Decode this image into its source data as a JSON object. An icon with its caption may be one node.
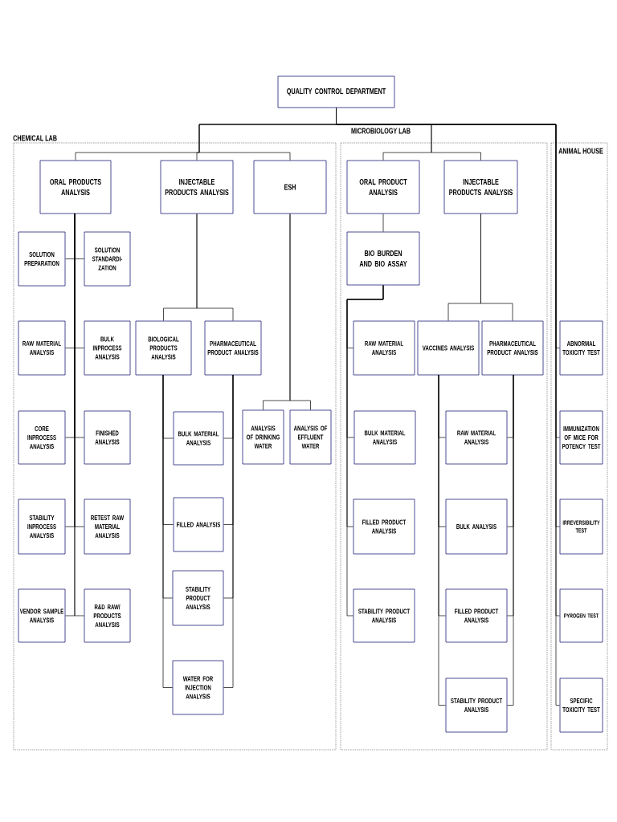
{
  "diagram": {
    "nodes": [
      {
        "text": [
          "QUALITY CONTROL DEPARTMENT"
        ]
      },
      {
        "text": [
          "CHEMICAL LAB"
        ]
      },
      {
        "text": [
          "ORAL PRODUCTS ANALYSIS"
        ],
        "in": 1
      },
      {
        "text": [
          "INJECTABLE PRODUCTS ANALYSIS"
        ],
        "in": 1
      },
      {
        "text": [
          "ESH"
        ],
        "in": 1
      },
      {
        "text": [
          "SOLUTION PREPARATION"
        ],
        "in": 1
      },
      {
        "text": [
          "SOLUTION STANDARDI-ZATION"
        ],
        "in": 1
      },
      {
        "text": [
          "RAW MATERIAL ANALYSIS"
        ],
        "in": 1
      },
      {
        "text": [
          "BULK INPROCESS ANALYSIS"
        ],
        "in": 1
      },
      {
        "text": [
          "BIOLOGICAL PRODUCTS ANALYSIS"
        ],
        "in": 1
      },
      {
        "text": [
          "PHARMACEUTICAL PRODUCT ANALYSIS"
        ],
        "in": 1
      },
      {
        "text": [
          "CORE INPROCESS ANALYSIS"
        ],
        "in": 1
      },
      {
        "text": [
          "FINISHED ANALYSIS"
        ],
        "in": 1
      },
      {
        "text": [
          "BULK MATERIAL ANALYSIS"
        ],
        "in": 1
      },
      {
        "text": [
          "ANALYSIS OF DRINKING WATER"
        ],
        "in": 1
      },
      {
        "text": [
          "ANALYSIS OF EFFLUENT WATER"
        ],
        "in": 1
      },
      {
        "text": [
          "STABILITY INPROCESS ANALYSIS"
        ],
        "in": 1
      },
      {
        "text": [
          "RETEST RAW MATERIAL ANALYSIS"
        ],
        "in": 1
      },
      {
        "text": [
          "FILLED ANALYSIS"
        ],
        "in": 1
      },
      {
        "text": [
          "STABILITY PRODUCT ANALYSIS"
        ],
        "in": 1
      },
      {
        "text": [
          "VENDOR SAMPLE ANALYSIS"
        ],
        "in": 1
      },
      {
        "text": [
          "R&D RAW/ PRODUCTS ANALYSIS"
        ],
        "in": 1
      },
      {
        "text": [
          "WATER FOR INJECTION ANALYSIS"
        ],
        "in": 1
      },
      {
        "text": [
          "MICROBIOLOGY LAB"
        ]
      },
      {
        "text": [
          "ORAL PRODUCT ANALYSIS"
        ],
        "in": 23
      },
      {
        "text": [
          "INJECTABLE PRODUCTS ANALYSIS"
        ],
        "in": 23
      },
      {
        "text": [
          "BIO BURDEN AND BIO ASSAY"
        ],
        "in": 23
      },
      {
        "text": [
          "RAW MATERIAL ANALYSIS"
        ],
        "in": 23
      },
      {
        "text": [
          "VACCINES ANALYSIS"
        ],
        "in": 23
      },
      {
        "text": [
          "PHARMACEUTICAL PRODUCT ANALYSIS"
        ],
        "in": 23
      },
      {
        "text": [
          "BULK MATERIAL ANALYSIS"
        ],
        "in": 23
      },
      {
        "text": [
          "RAW MATERIAL ANALYSIS"
        ],
        "in": 23
      },
      {
        "text": [
          "FILLED PRODUCT ANALYSIS"
        ],
        "in": 23
      },
      {
        "text": [
          "BULK ANALYSIS"
        ],
        "in": 23
      },
      {
        "text": [
          "STABILITY PRODUCT ANALYSIS"
        ],
        "in": 23
      },
      {
        "text": [
          "FILLED PRODUCT ANALYSIS"
        ],
        "in": 23
      },
      {
        "text": [
          "STABILITY PRODUCT ANALYSIS"
        ],
        "in": 23
      },
      {
        "text": [
          "ANIMAL HOUSE"
        ]
      },
      {
        "text": [
          "ABNORMAL TOXICITY TEST"
        ],
        "in": 37
      },
      {
        "text": [
          "IMMUNIZATION OF MICE FOR POTENCY TEST"
        ],
        "in": 37
      },
      {
        "text": [
          "IRREVERSIBILITY TEST"
        ],
        "in": 37
      },
      {
        "text": [
          "PYROGEN TEST"
        ],
        "in": 37
      },
      {
        "text": [
          "SPECIFIC TOXICITY TEST"
        ],
        "in": 37
      }
    ],
    "edges": [
      {
        "from": 0,
        "to": 2,
        "arrow": "none"
      },
      {
        "from": 0,
        "to": 3,
        "arrow": "none"
      },
      {
        "from": 0,
        "to": 4,
        "arrow": "none"
      },
      {
        "from": 2,
        "to": 5,
        "arrow": "none"
      },
      {
        "from": 2,
        "to": 6,
        "arrow": "none"
      },
      {
        "from": 2,
        "to": 7,
        "arrow": "none"
      },
      {
        "from": 2,
        "to": 8,
        "arrow": "none"
      },
      {
        "from": 2,
        "to": 11,
        "arrow": "none"
      },
      {
        "from": 2,
        "to": 12,
        "arrow": "none"
      },
      {
        "from": 2,
        "to": 16,
        "arrow": "none"
      },
      {
        "from": 2,
        "to": 17,
        "arrow": "none"
      },
      {
        "from": 2,
        "to": 20,
        "arrow": "none"
      },
      {
        "from": 2,
        "to": 21,
        "arrow": "none"
      },
      {
        "from": 3,
        "to": 9,
        "arrow": "none"
      },
      {
        "from": 3,
        "to": 10,
        "arrow": "none"
      },
      {
        "from": 9,
        "to": 13,
        "arrow": "none"
      },
      {
        "from": 9,
        "to": 18,
        "arrow": "none"
      },
      {
        "from": 9,
        "to": 19,
        "arrow": "none"
      },
      {
        "from": 9,
        "to": 22,
        "arrow": "none"
      },
      {
        "from": 10,
        "to": 13,
        "arrow": "none"
      },
      {
        "from": 10,
        "to": 18,
        "arrow": "none"
      },
      {
        "from": 10,
        "to": 19,
        "arrow": "none"
      },
      {
        "from": 10,
        "to": 22,
        "arrow": "none"
      },
      {
        "from": 4,
        "to": 14,
        "arrow": "none"
      },
      {
        "from": 4,
        "to": 15,
        "arrow": "none"
      },
      {
        "from": 0,
        "to": 24,
        "arrow": "none"
      },
      {
        "from": 0,
        "to": 25,
        "arrow": "none"
      },
      {
        "from": 24,
        "to": 26,
        "arrow": "none"
      },
      {
        "from": 26,
        "to": 27,
        "arrow": "none"
      },
      {
        "from": 26,
        "to": 30,
        "arrow": "none"
      },
      {
        "from": 26,
        "to": 32,
        "arrow": "none"
      },
      {
        "from": 26,
        "to": 34,
        "arrow": "none"
      },
      {
        "from": 25,
        "to": 28,
        "arrow": "none"
      },
      {
        "from": 25,
        "to": 29,
        "arrow": "none"
      },
      {
        "from": 28,
        "to": 31,
        "arrow": "none"
      },
      {
        "from": 28,
        "to": 33,
        "arrow": "none"
      },
      {
        "from": 28,
        "to": 35,
        "arrow": "none"
      },
      {
        "from": 28,
        "to": 36,
        "arrow": "none"
      },
      {
        "from": 29,
        "to": 31,
        "arrow": "none"
      },
      {
        "from": 29,
        "to": 33,
        "arrow": "none"
      },
      {
        "from": 29,
        "to": 35,
        "arrow": "none"
      },
      {
        "from": 29,
        "to": 36,
        "arrow": "none"
      },
      {
        "from": 0,
        "to": 38,
        "arrow": "none"
      },
      {
        "from": 0,
        "to": 39,
        "arrow": "none"
      },
      {
        "from": 0,
        "to": 40,
        "arrow": "none"
      },
      {
        "from": 0,
        "to": 41,
        "arrow": "none"
      },
      {
        "from": 0,
        "to": 42,
        "arrow": "none"
      }
    ]
  }
}
